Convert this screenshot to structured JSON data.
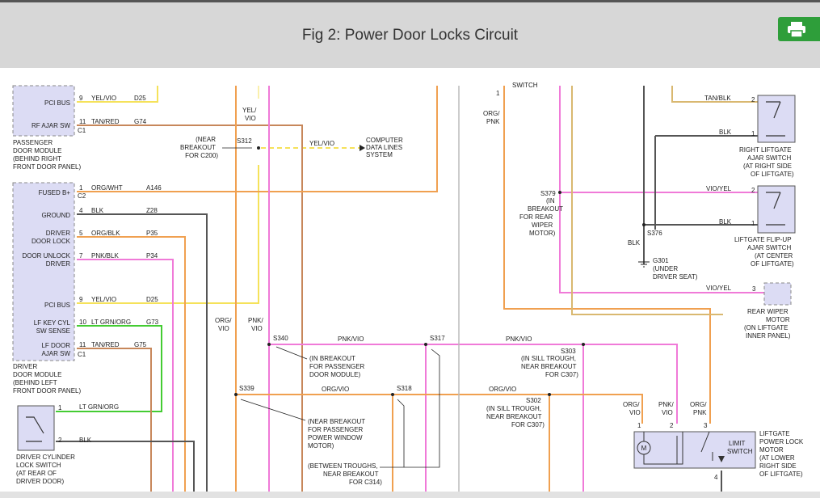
{
  "header": {
    "title": "Fig 2: Power Door Locks Circuit",
    "print_icon": "printer-icon",
    "print_color": "#2e9e3a"
  },
  "colors": {
    "wire_orange": "#f0a050",
    "wire_pink": "#f07ad8",
    "wire_green": "#44cc33",
    "wire_brown": "#b58a4a",
    "wire_dark": "#555555",
    "wire_tan": "#d9b870",
    "wire_yellow": "#f5e25a",
    "module_fill": "#dcdcf4"
  },
  "diagram": {
    "pdm": {
      "pins": [
        "PCI BUS",
        "RF AJAR SW"
      ],
      "pin_nums": [
        "9",
        "11"
      ],
      "wires": [
        "YEL/VIO",
        "TAN/RED"
      ],
      "circuits": [
        "D25",
        "G74"
      ],
      "connector": "C1",
      "desc": [
        "PASSENGER",
        "DOOR MODULE",
        "(BEHIND RIGHT",
        "FRONT DOOR PANEL)"
      ]
    },
    "ddm": {
      "pins": [
        "FUSED B+",
        "GROUND",
        "DRIVER",
        "DOOR LOCK",
        "DOOR UNLOCK",
        "DRIVER",
        "PCI BUS",
        "LF KEY CYL",
        "SW SENSE",
        "LF DOOR",
        "AJAR SW"
      ],
      "pin_nums": [
        "1",
        "4",
        "5",
        "7",
        "9",
        "10",
        "11"
      ],
      "c2": "C2",
      "c1": "C1",
      "wires": [
        "ORG/WHT",
        "BLK",
        "ORG/BLK",
        "PNK/BLK",
        "YEL/VIO",
        "LT GRN/ORG",
        "TAN/RED"
      ],
      "circuits": [
        "A146",
        "Z28",
        "P35",
        "P34",
        "D25",
        "G73",
        "G75"
      ],
      "desc": [
        "DRIVER",
        "DOOR MODULE",
        "(BEHIND LEFT",
        "FRONT DOOR PANEL)"
      ]
    },
    "cyl_switch": {
      "pins": [
        "1",
        "2"
      ],
      "wires": [
        "LT GRN/ORG",
        "BLK"
      ],
      "desc": [
        "DRIVER CYLINDER",
        "LOCK SWITCH",
        "(AT REAR OF",
        "DRIVER DOOR)"
      ]
    },
    "splices": {
      "s312": "S312",
      "s312_note": [
        "(NEAR",
        "BREAKOUT",
        "FOR C200)"
      ],
      "yelvio_top": [
        "YEL/",
        "VIO"
      ],
      "data_wire": "YEL/VIO",
      "computer": [
        "COMPUTER",
        "DATA LINES",
        "SYSTEM"
      ],
      "s340": "S340",
      "s340_note": [
        "(IN BREAKOUT",
        "FOR PASSENGER",
        "DOOR MODULE)"
      ],
      "s317": "S317",
      "pnkvio_a": "PNK/VIO",
      "pnkvio_b": "PNK/VIO",
      "s303": "S303",
      "s303_note": [
        "(IN SILL TROUGH,",
        "NEAR BREAKOUT",
        "FOR C307)"
      ],
      "s339": "S339",
      "s318": "S318",
      "orgvio_a": "ORG/VIO",
      "orgvio_b": "ORG/VIO",
      "s302": "S302",
      "s302_note": [
        "(IN SILL TROUGH,",
        "NEAR BREAKOUT",
        "FOR C307)"
      ],
      "s339_note": [
        "(NEAR BREAKOUT",
        "FOR PASSENGER",
        "POWER WINDOW",
        "MOTOR)"
      ],
      "s318_note": [
        "(BETWEEN TROUGHS,",
        "NEAR BREAKOUT",
        "FOR C314)"
      ],
      "org_vio_left": [
        "ORG/",
        "VIO"
      ],
      "pnk_vio_left": [
        "PNK/",
        "VIO"
      ],
      "switch_top": "SWITCH",
      "switch_pin": "1",
      "org_pnk": [
        "ORG/",
        "PNK"
      ],
      "s379": "S379",
      "s379_note": [
        "(IN",
        "BREAKOUT",
        "FOR REAR",
        "WIPER",
        "MOTOR)"
      ],
      "s376": "S376",
      "blk_s376": "BLK",
      "g301": "G301",
      "g301_note": [
        "(UNDER",
        "DRIVER SEAT)"
      ]
    },
    "right": {
      "tanblk": "TAN/BLK",
      "blk1": "BLK",
      "pin2a": "2",
      "pin1a": "1",
      "rla_desc": [
        "RIGHT LIFTGATE",
        "AJAR SWITCH",
        "(AT RIGHT SIDE",
        "OF LIFTGATE)"
      ],
      "violyel1": "VIO/YEL",
      "blk2": "BLK",
      "pin2b": "2",
      "pin1b": "1",
      "lfu_desc": [
        "LIFTGATE FLIP-UP",
        "AJAR SWITCH",
        "(AT CENTER",
        "OF LIFTGATE)"
      ],
      "violyel2": "VIO/YEL",
      "pin3": "3",
      "wiper_desc": [
        "REAR WIPER",
        "MOTOR",
        "(ON LIFTGATE",
        "INNER PANEL)"
      ],
      "motor_wires": [
        [
          "ORG/",
          "VIO"
        ],
        [
          "PNK/",
          "VIO"
        ],
        [
          "ORG/",
          "PNK"
        ]
      ],
      "motor_pins": [
        "1",
        "2",
        "3",
        "4"
      ],
      "motor_symbol": "M",
      "limit": [
        "LIMIT",
        "SWITCH"
      ],
      "lplm_desc": [
        "LIFTGATE",
        "POWER LOCK",
        "MOTOR",
        "(AT LOWER",
        "RIGHT SIDE",
        "OF LIFTGATE)"
      ]
    }
  }
}
